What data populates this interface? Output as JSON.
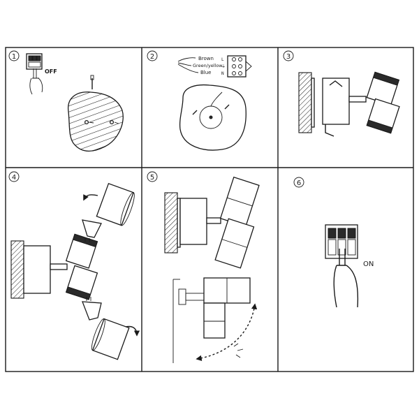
{
  "steps": [
    {
      "number": "1",
      "switch_state": "OFF"
    },
    {
      "number": "2",
      "wire_labels": [
        "Brown",
        "Green/yellow",
        "Blue"
      ],
      "terminal_labels": [
        "L",
        "⏚",
        "N"
      ]
    },
    {
      "number": "3"
    },
    {
      "number": "4"
    },
    {
      "number": "5"
    },
    {
      "number": "6",
      "switch_state": "ON"
    }
  ],
  "colors": {
    "line": "#1a1a1a",
    "background": "#ffffff",
    "dark_band": "#2a2a2a"
  }
}
